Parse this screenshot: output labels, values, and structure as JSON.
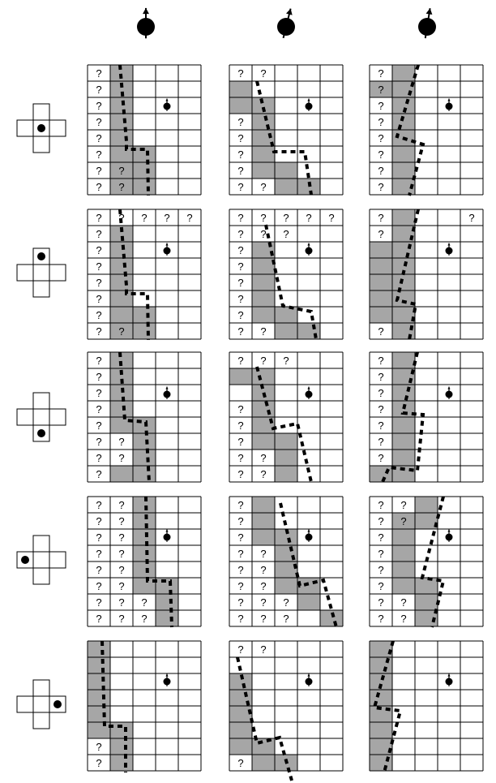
{
  "glyphs": {
    "unknown": "?"
  },
  "colors": {
    "shade": "#a6a6a6",
    "grid": "#000000",
    "dash": "#000000",
    "background": "#ffffff"
  },
  "grid_spec": {
    "cols": 5,
    "rows": 8
  },
  "robot_markers": [
    {
      "heading": "north"
    },
    {
      "heading": "north, tilted right"
    },
    {
      "heading": "north, tilted slightly right"
    }
  ],
  "probe_rows": [
    {
      "sensor_cell": "center"
    },
    {
      "sensor_cell": "top"
    },
    {
      "sensor_cell": "bottom"
    },
    {
      "sensor_cell": "left"
    },
    {
      "sensor_cell": "right"
    }
  ],
  "panels": [
    [
      {
        "unknown": [
          [
            0,
            0
          ],
          [
            0,
            1
          ],
          [
            0,
            2
          ],
          [
            0,
            3
          ],
          [
            0,
            4
          ],
          [
            0,
            5
          ],
          [
            0,
            6
          ],
          [
            1,
            6
          ],
          [
            0,
            7
          ],
          [
            1,
            7
          ]
        ],
        "shaded": [
          [
            1,
            0
          ],
          [
            1,
            1
          ],
          [
            1,
            2
          ],
          [
            1,
            3
          ],
          [
            1,
            4
          ],
          [
            1,
            5
          ],
          [
            2,
            5
          ],
          [
            1,
            6
          ],
          [
            2,
            6
          ],
          [
            1,
            7
          ],
          [
            2,
            7
          ]
        ]
      },
      {
        "unknown": [
          [
            0,
            0
          ],
          [
            1,
            0
          ],
          [
            0,
            3
          ],
          [
            0,
            4
          ],
          [
            0,
            5
          ],
          [
            0,
            6
          ],
          [
            0,
            7
          ],
          [
            1,
            7
          ]
        ],
        "shaded": [
          [
            0,
            1
          ],
          [
            0,
            2
          ],
          [
            1,
            2
          ],
          [
            1,
            3
          ],
          [
            1,
            4
          ],
          [
            1,
            5
          ],
          [
            1,
            6
          ],
          [
            2,
            6
          ],
          [
            2,
            7
          ],
          [
            3,
            7
          ]
        ]
      },
      {
        "unknown": [
          [
            0,
            0
          ],
          [
            0,
            1
          ],
          [
            0,
            2
          ],
          [
            0,
            3
          ],
          [
            0,
            4
          ],
          [
            0,
            5
          ],
          [
            0,
            6
          ],
          [
            0,
            7
          ]
        ],
        "shaded": [
          [
            0,
            1
          ],
          [
            1,
            0
          ],
          [
            1,
            1
          ],
          [
            1,
            2
          ],
          [
            1,
            3
          ],
          [
            1,
            4
          ],
          [
            1,
            5
          ],
          [
            1,
            6
          ],
          [
            1,
            7
          ]
        ]
      }
    ],
    [
      {
        "unknown": [
          [
            0,
            0
          ],
          [
            1,
            0
          ],
          [
            2,
            0
          ],
          [
            3,
            0
          ],
          [
            4,
            0
          ],
          [
            0,
            1
          ],
          [
            0,
            2
          ],
          [
            0,
            3
          ],
          [
            0,
            4
          ],
          [
            0,
            5
          ],
          [
            0,
            6
          ],
          [
            0,
            7
          ],
          [
            1,
            7
          ]
        ],
        "shaded": [
          [
            1,
            1
          ],
          [
            1,
            2
          ],
          [
            1,
            3
          ],
          [
            1,
            4
          ],
          [
            1,
            5
          ],
          [
            1,
            6
          ],
          [
            2,
            6
          ],
          [
            1,
            7
          ],
          [
            2,
            7
          ]
        ]
      },
      {
        "unknown": [
          [
            0,
            0
          ],
          [
            1,
            0
          ],
          [
            2,
            0
          ],
          [
            3,
            0
          ],
          [
            4,
            0
          ],
          [
            0,
            1
          ],
          [
            1,
            1
          ],
          [
            2,
            1
          ],
          [
            0,
            2
          ],
          [
            0,
            3
          ],
          [
            0,
            4
          ],
          [
            0,
            5
          ],
          [
            0,
            6
          ],
          [
            0,
            7
          ],
          [
            1,
            7
          ]
        ],
        "shaded": [
          [
            1,
            2
          ],
          [
            1,
            3
          ],
          [
            1,
            4
          ],
          [
            1,
            5
          ],
          [
            1,
            6
          ],
          [
            2,
            6
          ],
          [
            2,
            7
          ],
          [
            3,
            7
          ]
        ]
      },
      {
        "unknown": [
          [
            0,
            0
          ],
          [
            4,
            0
          ],
          [
            0,
            1
          ],
          [
            0,
            7
          ]
        ],
        "shaded": [
          [
            1,
            0
          ],
          [
            1,
            1
          ],
          [
            0,
            2
          ],
          [
            1,
            2
          ],
          [
            0,
            3
          ],
          [
            1,
            3
          ],
          [
            0,
            4
          ],
          [
            1,
            4
          ],
          [
            0,
            5
          ],
          [
            1,
            5
          ],
          [
            0,
            6
          ],
          [
            1,
            6
          ],
          [
            1,
            7
          ]
        ]
      }
    ],
    [
      {
        "unknown": [
          [
            0,
            0
          ],
          [
            0,
            1
          ],
          [
            0,
            2
          ],
          [
            0,
            3
          ],
          [
            0,
            4
          ],
          [
            0,
            5
          ],
          [
            1,
            5
          ],
          [
            0,
            6
          ],
          [
            1,
            6
          ],
          [
            0,
            7
          ]
        ],
        "shaded": [
          [
            1,
            0
          ],
          [
            1,
            1
          ],
          [
            1,
            2
          ],
          [
            1,
            3
          ],
          [
            1,
            4
          ],
          [
            2,
            4
          ],
          [
            2,
            5
          ],
          [
            2,
            6
          ],
          [
            1,
            7
          ],
          [
            2,
            7
          ]
        ]
      },
      {
        "unknown": [
          [
            0,
            0
          ],
          [
            1,
            0
          ],
          [
            2,
            0
          ],
          [
            0,
            3
          ],
          [
            0,
            4
          ],
          [
            0,
            5
          ],
          [
            0,
            6
          ],
          [
            1,
            6
          ],
          [
            0,
            7
          ],
          [
            1,
            7
          ]
        ],
        "shaded": [
          [
            0,
            1
          ],
          [
            1,
            1
          ],
          [
            1,
            2
          ],
          [
            1,
            3
          ],
          [
            1,
            4
          ],
          [
            1,
            5
          ],
          [
            2,
            5
          ],
          [
            2,
            6
          ],
          [
            2,
            7
          ]
        ]
      },
      {
        "unknown": [
          [
            0,
            0
          ],
          [
            0,
            1
          ],
          [
            0,
            2
          ],
          [
            0,
            3
          ],
          [
            0,
            4
          ],
          [
            0,
            5
          ],
          [
            0,
            6
          ]
        ],
        "shaded": [
          [
            1,
            0
          ],
          [
            1,
            1
          ],
          [
            1,
            2
          ],
          [
            1,
            3
          ],
          [
            1,
            4
          ],
          [
            1,
            5
          ],
          [
            1,
            6
          ],
          [
            0,
            7
          ],
          [
            1,
            7
          ]
        ]
      }
    ],
    [
      {
        "unknown": [
          [
            0,
            0
          ],
          [
            1,
            0
          ],
          [
            0,
            1
          ],
          [
            1,
            1
          ],
          [
            0,
            2
          ],
          [
            1,
            2
          ],
          [
            0,
            3
          ],
          [
            1,
            3
          ],
          [
            0,
            4
          ],
          [
            1,
            4
          ],
          [
            0,
            5
          ],
          [
            1,
            5
          ],
          [
            0,
            6
          ],
          [
            1,
            6
          ],
          [
            2,
            6
          ],
          [
            0,
            7
          ],
          [
            1,
            7
          ],
          [
            2,
            7
          ]
        ],
        "shaded": [
          [
            2,
            0
          ],
          [
            2,
            1
          ],
          [
            2,
            2
          ],
          [
            2,
            3
          ],
          [
            2,
            4
          ],
          [
            2,
            5
          ],
          [
            3,
            5
          ],
          [
            3,
            6
          ],
          [
            3,
            7
          ]
        ]
      },
      {
        "unknown": [
          [
            0,
            0
          ],
          [
            0,
            1
          ],
          [
            0,
            2
          ],
          [
            0,
            3
          ],
          [
            1,
            3
          ],
          [
            0,
            4
          ],
          [
            1,
            4
          ],
          [
            0,
            5
          ],
          [
            1,
            5
          ],
          [
            0,
            6
          ],
          [
            1,
            6
          ],
          [
            2,
            6
          ],
          [
            0,
            7
          ],
          [
            1,
            7
          ],
          [
            2,
            7
          ]
        ],
        "shaded": [
          [
            1,
            0
          ],
          [
            1,
            1
          ],
          [
            1,
            2
          ],
          [
            2,
            2
          ],
          [
            2,
            3
          ],
          [
            2,
            4
          ],
          [
            2,
            5
          ],
          [
            3,
            5
          ],
          [
            3,
            6
          ],
          [
            4,
            7
          ]
        ]
      },
      {
        "unknown": [
          [
            0,
            0
          ],
          [
            1,
            0
          ],
          [
            0,
            1
          ],
          [
            1,
            1
          ],
          [
            0,
            2
          ],
          [
            0,
            3
          ],
          [
            0,
            4
          ],
          [
            0,
            5
          ],
          [
            0,
            6
          ],
          [
            1,
            6
          ],
          [
            0,
            7
          ],
          [
            1,
            7
          ]
        ],
        "shaded": [
          [
            2,
            0
          ],
          [
            1,
            1
          ],
          [
            2,
            1
          ],
          [
            1,
            2
          ],
          [
            1,
            3
          ],
          [
            1,
            4
          ],
          [
            1,
            5
          ],
          [
            2,
            5
          ],
          [
            2,
            6
          ],
          [
            2,
            7
          ]
        ]
      }
    ],
    [
      {
        "unknown": [
          [
            0,
            6
          ],
          [
            0,
            7
          ]
        ],
        "shaded": [
          [
            0,
            0
          ],
          [
            0,
            1
          ],
          [
            0,
            2
          ],
          [
            0,
            3
          ],
          [
            0,
            4
          ],
          [
            0,
            5
          ],
          [
            1,
            5
          ],
          [
            1,
            6
          ],
          [
            1,
            7
          ]
        ]
      },
      {
        "unknown": [
          [
            0,
            0
          ],
          [
            1,
            0
          ],
          [
            0,
            7
          ]
        ],
        "shaded": [
          [
            0,
            2
          ],
          [
            0,
            3
          ],
          [
            0,
            4
          ],
          [
            0,
            5
          ],
          [
            0,
            6
          ],
          [
            1,
            6
          ],
          [
            1,
            7
          ],
          [
            2,
            7
          ]
        ]
      },
      {
        "unknown": [],
        "shaded": [
          [
            0,
            0
          ],
          [
            0,
            1
          ],
          [
            0,
            2
          ],
          [
            0,
            3
          ],
          [
            0,
            4
          ],
          [
            0,
            5
          ],
          [
            0,
            6
          ],
          [
            0,
            7
          ]
        ]
      }
    ]
  ]
}
